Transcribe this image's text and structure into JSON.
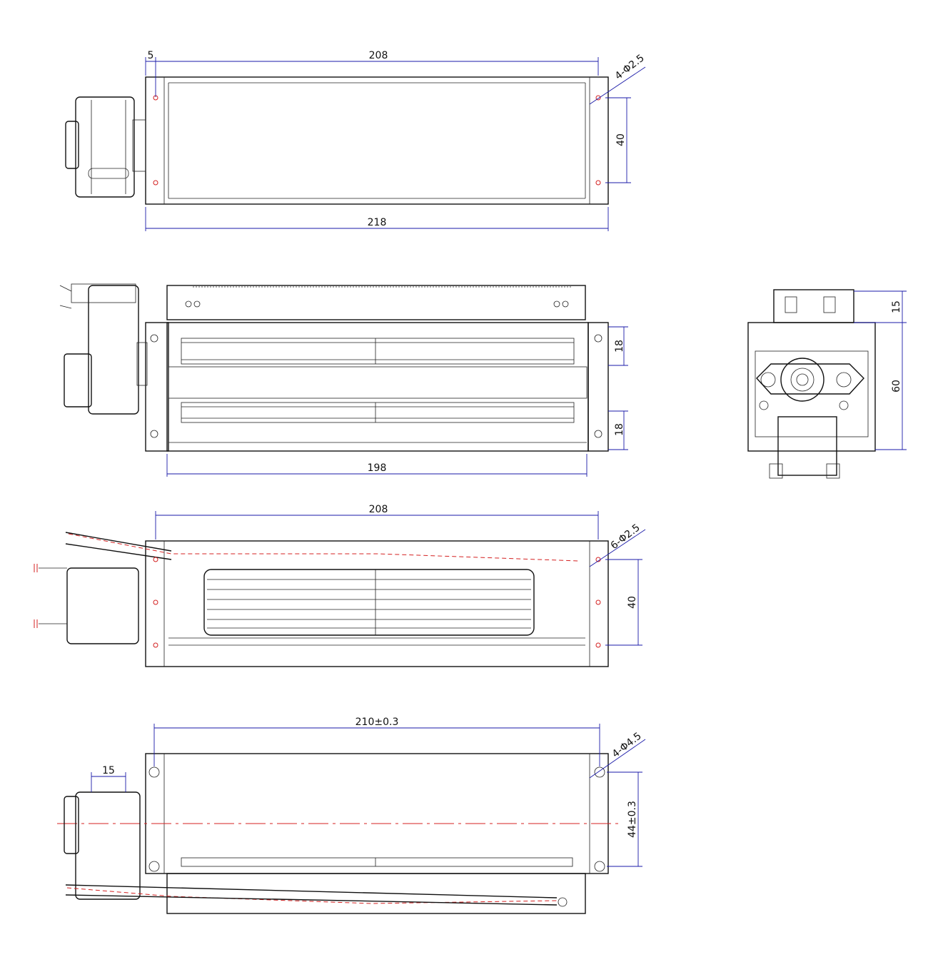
{
  "views": {
    "top": {
      "dim_top": "208",
      "dim_offset": "5",
      "dim_holes": "4-Φ2.5",
      "dim_pitch": "40",
      "dim_overall": "218"
    },
    "front": {
      "dim_upper": "18",
      "dim_lower": "18",
      "dim_length": "198"
    },
    "side": {
      "dim_top": "15",
      "dim_height": "60"
    },
    "rear": {
      "dim_top": "208",
      "dim_holes": "6-Φ2.5",
      "dim_pitch": "40"
    },
    "bottom": {
      "dim_top": "210±0.3",
      "dim_holes": "4-Φ4.5",
      "dim_motor": "15",
      "dim_pitch": "44±0.3"
    }
  },
  "colors": {
    "outline": "#111111",
    "dimension": "#1a1aa8",
    "hidden": "#d42020"
  }
}
